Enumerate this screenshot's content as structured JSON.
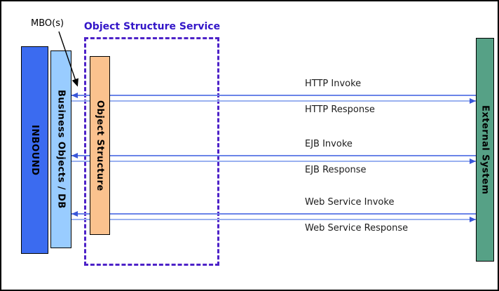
{
  "diagram": {
    "annotation_label": "MBO(s)",
    "service_title": "Object Structure Service",
    "bars": {
      "inbound": "INBOUND",
      "business_objects": "Business Objects / DB",
      "object_structure": "Object Structure",
      "external_system": "External System"
    },
    "arrow_groups": [
      {
        "invoke": "HTTP Invoke",
        "response": "HTTP Response"
      },
      {
        "invoke": "EJB Invoke",
        "response": "EJB Response"
      },
      {
        "invoke": "Web Service Invoke",
        "response": "Web Service Response"
      }
    ],
    "colors": {
      "inbound_bar": "#3b6bf0",
      "business_objects_bar": "#99ccff",
      "object_structure_bar": "#fbc28e",
      "external_system_bar": "#56a186",
      "service_box_purple": "#4d22c8",
      "service_title_purple": "#3316c8",
      "invoke_line_blue": "#6b84e8",
      "response_line_blue": "#9ab1f0",
      "arrowhead_blue": "#3a57d8"
    }
  }
}
